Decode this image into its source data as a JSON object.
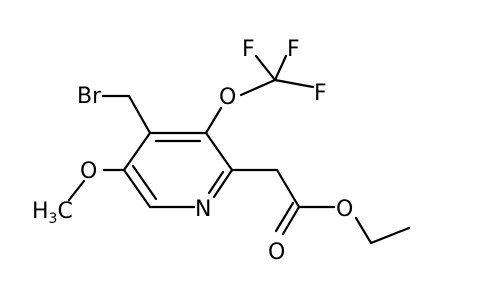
{
  "structure": {
    "atoms": {
      "br": "Br",
      "o_ocf3": "O",
      "f_left": "F",
      "f_top": "F",
      "f_right": "F",
      "o_ome": "O",
      "ch3_h": "H",
      "ch3_sub": "3",
      "ch3_c": "C",
      "n_ring": "N",
      "o_carbonyl": "O",
      "o_ester": "O"
    }
  }
}
